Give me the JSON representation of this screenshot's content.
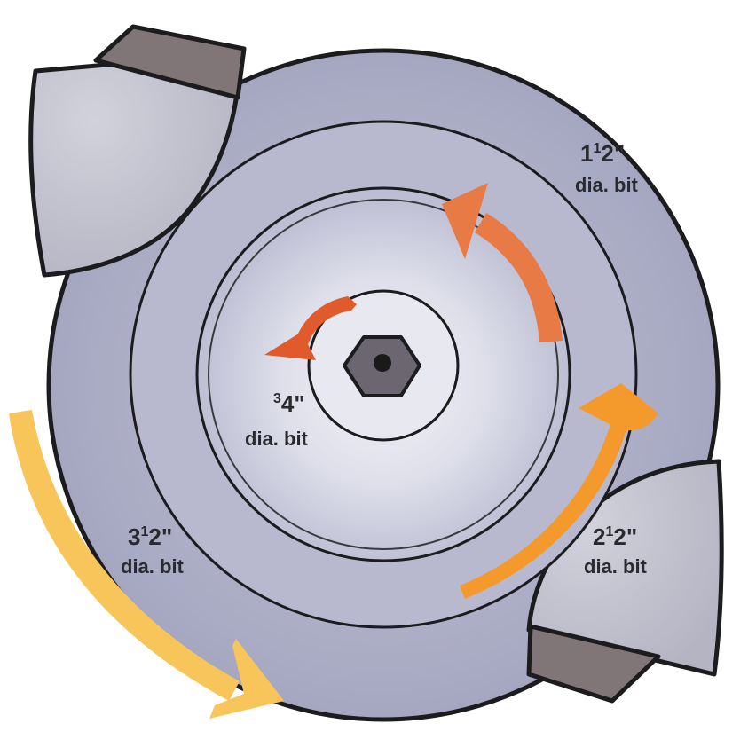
{
  "labels": {
    "bit_3_4": {
      "prefix": "",
      "num": "3",
      "den": "4",
      "inch": "\"",
      "line2": "dia. bit"
    },
    "bit_1_1_2": {
      "prefix": "1",
      "num": "1",
      "den": "2",
      "inch": "\"",
      "line2": "dia. bit"
    },
    "bit_2_1_2": {
      "prefix": "2",
      "num": "1",
      "den": "2",
      "inch": "\"",
      "line2": "dia. bit"
    },
    "bit_3_1_2": {
      "prefix": "3",
      "num": "1",
      "den": "2",
      "inch": "\"",
      "line2": "dia. bit"
    }
  },
  "colors": {
    "body": "#a7a8c2",
    "body_light": "#c9cadb",
    "center_glow": "#eeeef5",
    "cutter_blade": "#807677",
    "outline": "#1c1c1e",
    "arrow_red": "#e05a2b",
    "arrow_orange": "#f49a2c",
    "arrow_yellow": "#f8c55a",
    "nut": "#6c6670"
  },
  "icons": {
    "hex_nut": "hex-nut-icon",
    "arrow": "curved-arrow-icon"
  }
}
